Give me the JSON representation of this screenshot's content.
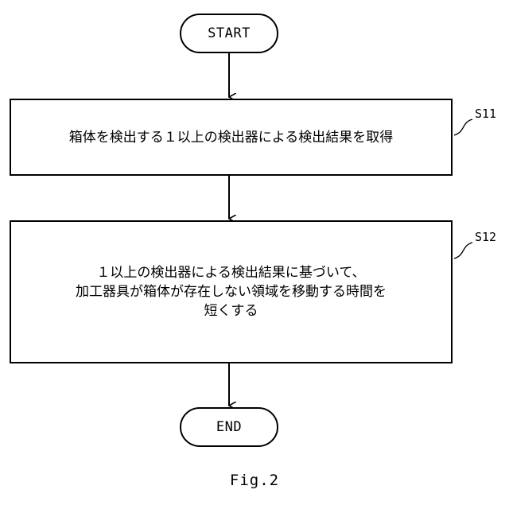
{
  "flowchart": {
    "start_label": "START",
    "end_label": "END",
    "steps": [
      {
        "id": "S11",
        "lines": [
          "箱体を検出する１以上の検出器による検出結果を取得"
        ]
      },
      {
        "id": "S12",
        "lines": [
          "１以上の検出器による検出結果に基づいて、",
          "加工器具が箱体が存在しない領域を移動する時間を",
          "短くする"
        ]
      }
    ]
  },
  "caption": "Fig.2"
}
